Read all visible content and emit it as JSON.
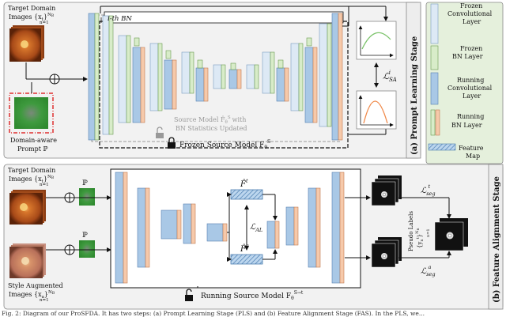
{
  "top": {
    "input_label_line1": "Target Domain",
    "input_label_line2": "Images {x",
    "input_label_sub": "t",
    "input_label_range": "}",
    "input_label_n": "N",
    "input_label_nsub": "B",
    "input_label_end": "n=1",
    "prompt_label_line1": "Domain-aware",
    "prompt_label_line2": "Prompt ℙ",
    "ith_bn_label": "i-th BN",
    "bn_updated_line1": "Source Model F̂",
    "bn_updated_theta": "θ",
    "bn_updated_s": "S",
    "bn_updated_with": "with",
    "bn_updated_line2": "BN Statistics Updated",
    "frozen_label": "Frozen Source Model F",
    "frozen_theta": "θ",
    "frozen_s": "S",
    "loss_label": "ℒ",
    "loss_sub": "SA",
    "loss_sup": "i",
    "stage_label": "(a) Prompt Learning Stage"
  },
  "bottom": {
    "input1_line1": "Target Domain",
    "input1_line2": "Images {x",
    "input1_sub": "t",
    "input1_end": "}",
    "input1_n": "N",
    "input1_nsub": "B",
    "input1_range": "n=1",
    "input2_line1": "Style Augmented",
    "input2_line2": "Images {x",
    "input2_sub": "a",
    "input2_end": "}",
    "input2_n": "N",
    "input2_nsub": "B",
    "input2_range": "n=1",
    "prompt_symbol_1": "ℙ",
    "prompt_symbol_2": "ℙ",
    "feature_t": "F̂",
    "feature_t_sup": "t",
    "feature_a": "F̂",
    "feature_a_sup": "a",
    "loss_al": "ℒ",
    "loss_al_sub": "AL",
    "running_label": "Running Source Model F",
    "running_theta": "θ",
    "running_sup": "S→t",
    "pseudo_line1": "Pseudo Labels",
    "pseudo_line2": "{y",
    "pseudo_sub": "n",
    "pseudo_sup": "t",
    "pseudo_end": "}",
    "pseudo_n": "N",
    "pseudo_nsub": "B",
    "pseudo_range": "n=1",
    "loss_seg_t": "ℒ",
    "loss_seg_t_sub": "seg",
    "loss_seg_t_sup": "t",
    "loss_seg_a": "ℒ",
    "loss_seg_a_sub": "seg",
    "loss_seg_a_sup": "a",
    "stage_label": "(b) Feature Alignment Stage"
  },
  "legend": {
    "frozen_conv_line1": "Frozen",
    "frozen_conv_line2": "Convolutional",
    "frozen_conv_line3": "Layer",
    "frozen_bn_line1": "Frozen",
    "frozen_bn_line2": "BN Layer",
    "running_conv_line1": "Running",
    "running_conv_line2": "Convolutional",
    "running_conv_line3": "Layer",
    "running_bn_line1": "Running",
    "running_bn_line2": "BN Layer",
    "feature_map_line1": "Feature",
    "feature_map_line2": "Map"
  },
  "caption": "Fig. 2: Diagram of our ProSFDA. It has two steps: (a) Prompt Learning Stage (PLS) and (b) Feature Alignment Stage (FAS). In the PLS, we...",
  "colors": {
    "frozen_conv": "#dde9f5",
    "frozen_bn": "#d8ecc9",
    "running_conv": "#a9c8e6",
    "running_bn": "#f6c9aa",
    "panel_bg": "#f2f2f2",
    "legend_bg": "#e5f0dc",
    "curve_green": "#7cc36b",
    "curve_orange": "#f08a4b",
    "prompt_border": "#e03030",
    "prompt_fill": "#3a8a3a"
  }
}
